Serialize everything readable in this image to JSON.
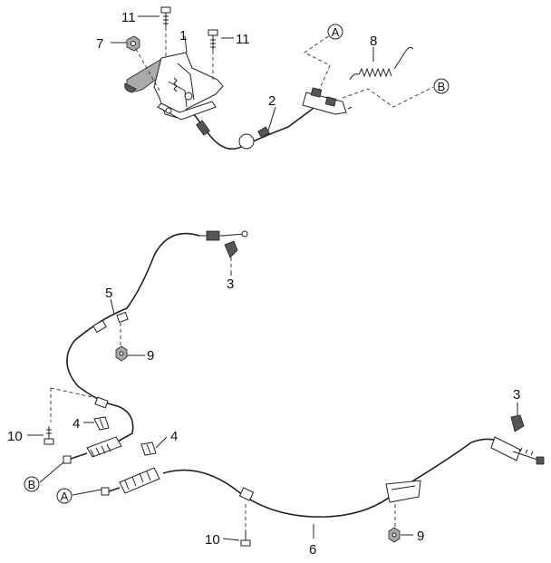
{
  "callouts": {
    "c1": "1",
    "c2": "2",
    "c3a": "3",
    "c3b": "3",
    "c4a": "4",
    "c4b": "4",
    "c5": "5",
    "c6": "6",
    "c7": "7",
    "c8": "8",
    "c9a": "9",
    "c9b": "9",
    "c10a": "10",
    "c10b": "10",
    "c11a": "11",
    "c11b": "11"
  },
  "references": {
    "A_top": "A",
    "B_top": "B",
    "A_bottom": "A",
    "B_bottom": "B"
  }
}
